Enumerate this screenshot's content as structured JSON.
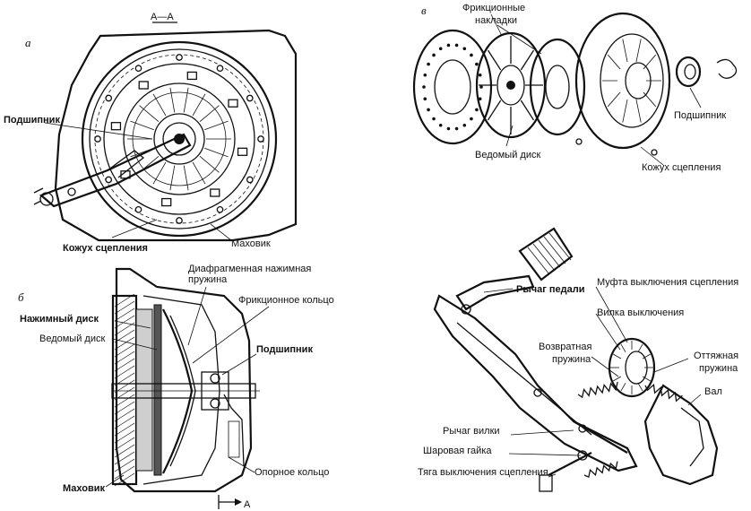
{
  "panels": {
    "a": {
      "letter": "а",
      "section_mark": "А—А",
      "labels": {
        "bearing": "Подшипник",
        "clutch_cover": "Кожух сцепления",
        "flywheel": "Маховик"
      }
    },
    "b": {
      "letter": "б",
      "labels": {
        "diaphragm_spring_l1": "Диафрагменная нажимная",
        "diaphragm_spring_l2": "пружина",
        "friction_ring": "Фрикционное кольцо",
        "pressure_disc": "Нажимный диск",
        "driven_disc": "Ведомый диск",
        "bearing": "Подшипник",
        "flywheel": "Маховик",
        "support_ring": "Опорное кольцо",
        "section_arrow": "А"
      }
    },
    "v": {
      "letter": "в",
      "labels": {
        "friction_linings_l1": "Фрикционные",
        "friction_linings_l2": "накладки",
        "driven_disc": "Ведомый диск",
        "bearing": "Подшипник",
        "clutch_cover": "Кожух сцепления"
      }
    },
    "g": {
      "labels": {
        "pedal_lever": "Рычаг педали",
        "release_sleeve": "Муфта выключения сцепления",
        "release_fork": "Вилка выключения",
        "return_spring_l1": "Возвратная",
        "return_spring_l2": "пружина",
        "pullback_spring_l1": "Оттяжная",
        "pullback_spring_l2": "пружина",
        "shaft": "Вал",
        "fork_lever": "Рычаг вилки",
        "ball_nut": "Шаровая гайка",
        "release_rod": "Тяга выключения сцепления"
      }
    }
  },
  "colors": {
    "ink": "#111111",
    "paper": "#ffffff"
  }
}
